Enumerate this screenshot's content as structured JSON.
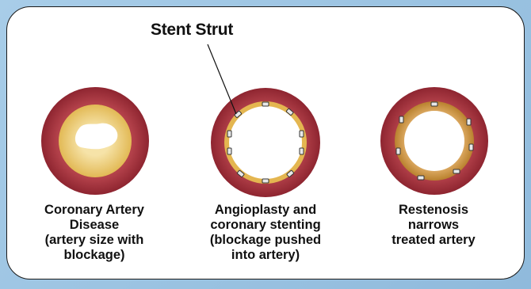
{
  "label": "Stent Strut",
  "captions": [
    "Coronary Artery\nDisease\n(artery size with\nblockage)",
    "Angioplasty and\ncoronary stenting\n(blockage pushed\ninto artery)",
    "Restenosis\nnarrows\ntreated artery"
  ],
  "colors": {
    "artery_wall": "#9e2c34",
    "artery_wall_light": "#c4555a",
    "plaque": "#e8c86a",
    "plaque_light": "#f4dea0",
    "restenosis_tissue": "#c9903c",
    "lumen": "#ffffff",
    "frame_background": "#9bc3e1"
  }
}
